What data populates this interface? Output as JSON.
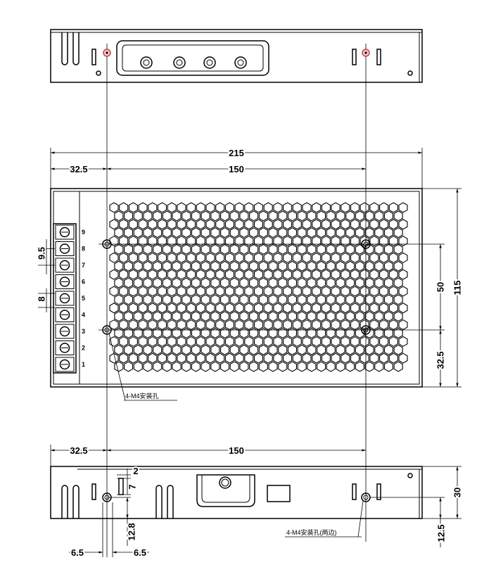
{
  "dimensions": {
    "overall_width": "215",
    "top_left_offset": "32.5",
    "top_hole_spacing": "150",
    "terminal_pitch": "9.5",
    "terminal_gap": "8",
    "hole_vertical_spacing": "50",
    "overall_height": "115",
    "hole_bottom_offset": "32.5",
    "side_left_offset": "32.5",
    "side_hole_spacing": "150",
    "slot_gap": "2",
    "slot_length": "7",
    "hole_height_left": "12.8",
    "case_height": "30",
    "hole_height_right": "12.5",
    "hole_margin_left": "6.5",
    "hole_margin_right": "6.5"
  },
  "terminals": [
    "9",
    "8",
    "7",
    "6",
    "5",
    "4",
    "3",
    "2",
    "1"
  ],
  "labels": {
    "mount_holes_front": "4-M4安装孔",
    "mount_holes_side": "4-M4安装孔(两边)"
  },
  "colors": {
    "line": "#000000",
    "hole_highlight": "#c83c3c"
  }
}
